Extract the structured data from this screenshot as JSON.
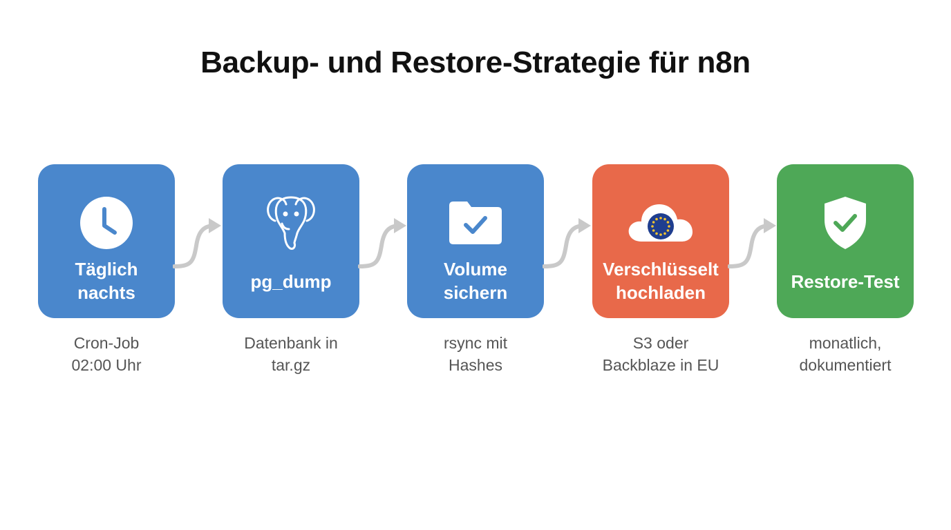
{
  "title": "Backup- und Restore-Strategie für n8n",
  "colors": {
    "blue": "#4A87CC",
    "red": "#E8694A",
    "green": "#4EA857",
    "arrow": "#C9C9C9",
    "caption": "#555555"
  },
  "steps": [
    {
      "label": "Täglich\nnachts",
      "caption": "Cron-Job\n02:00 Uhr",
      "icon": "clock-icon",
      "color": "#4A87CC"
    },
    {
      "label": "pg_dump",
      "caption": "Datenbank in\ntar.gz",
      "icon": "postgresql-elephant-icon",
      "color": "#4A87CC"
    },
    {
      "label": "Volume\nsichern",
      "caption": "rsync mit\nHashes",
      "icon": "folder-check-icon",
      "color": "#4A87CC"
    },
    {
      "label": "Verschlüsselt\nhochladen",
      "caption": "S3 oder\nBackblaze in EU",
      "icon": "eu-cloud-icon",
      "color": "#E8694A"
    },
    {
      "label": "Restore-Test",
      "caption": "monatlich,\ndokumentiert",
      "icon": "shield-check-icon",
      "color": "#4EA857"
    }
  ]
}
